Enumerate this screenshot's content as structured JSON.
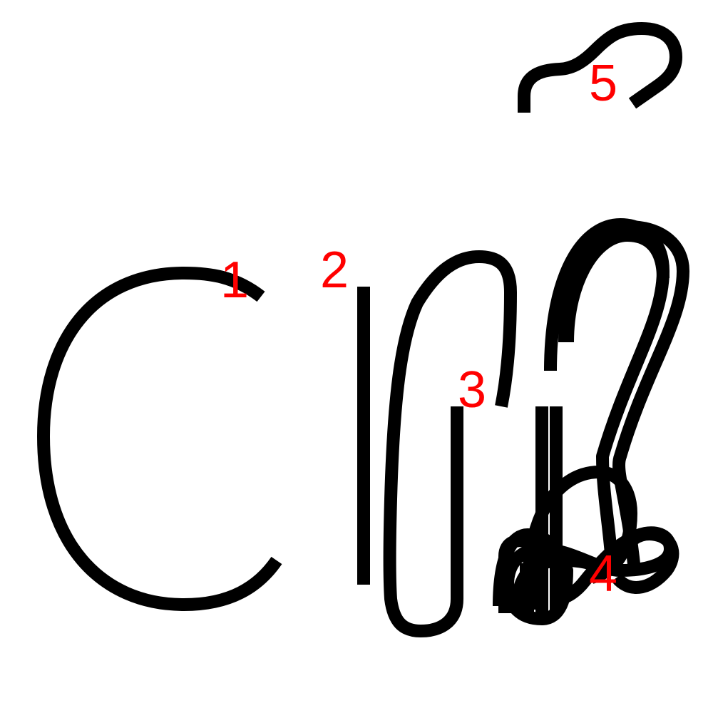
{
  "strokes": [
    {
      "id": "1",
      "label": "1",
      "shape": "c-arc"
    },
    {
      "id": "2",
      "label": "2",
      "shape": "vertical-line"
    },
    {
      "id": "3",
      "label": "3",
      "shape": "hook-loop"
    },
    {
      "id": "4",
      "label": "4",
      "shape": "tangled-loops"
    },
    {
      "id": "5",
      "label": "5",
      "shape": "wave"
    }
  ],
  "colors": {
    "stroke": "#000000",
    "label": "#ff0000",
    "background": "#ffffff"
  }
}
